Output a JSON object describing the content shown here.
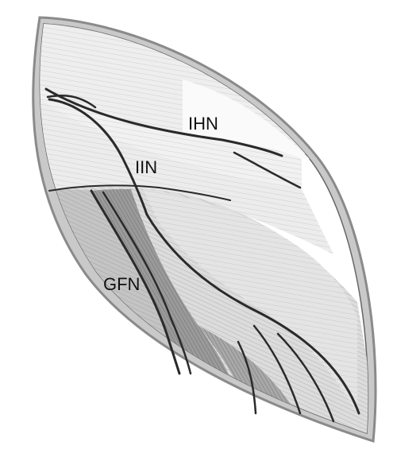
{
  "labels": {
    "ihn": "IHN",
    "iin": "IIN",
    "gfn": "GFN"
  },
  "colors": {
    "outline": "#7d7d7d",
    "border_shade": "#bdbdbd",
    "nerve_line": "#2a2a2a",
    "upper_band": "#e6e6e6",
    "middle_band": "#f2f2f2",
    "lower_region": "#d9d9d9",
    "gfn_region": "#b8b8b8",
    "dark_band": "#8c8c8c",
    "text": "#111111"
  }
}
